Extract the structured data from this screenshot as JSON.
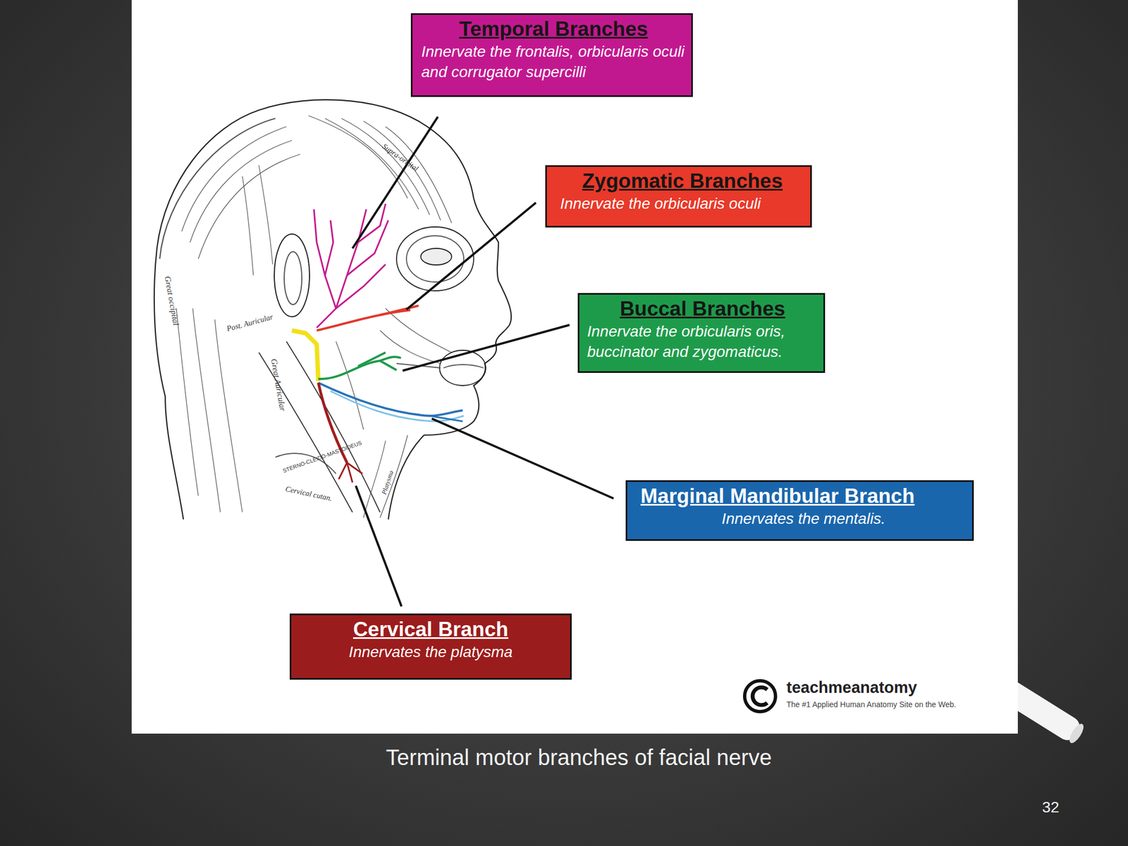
{
  "diagram": {
    "caption": "Terminal motor branches of facial nerve",
    "nodes": [
      {
        "text": [
          "Temporal Branches",
          "Innervate the frontalis, orbicularis oculi and corrugator supercilli"
        ]
      },
      {
        "text": [
          "Zygomatic Branches",
          "Innervate the orbicularis oculi"
        ]
      },
      {
        "text": [
          "Buccal Branches",
          "Innervate the orbicularis oris, buccinator and zygomaticus."
        ]
      },
      {
        "text": [
          "Marginal Mandibular Branch",
          "Innervates the mentalis."
        ]
      },
      {
        "text": [
          "Cervical Branch",
          "Innervates the platysma"
        ]
      }
    ],
    "labels": [
      "Supra-orbital",
      "Great occipital",
      "Post. Auricular",
      "Great Auricular",
      "STERNO-CLEIDO-MASTOIDEUS",
      "Cervical cutan.",
      "Platysma",
      "teachmeanatomy",
      "The #1 Applied Human Anatomy Site on the Web.",
      "32"
    ]
  }
}
